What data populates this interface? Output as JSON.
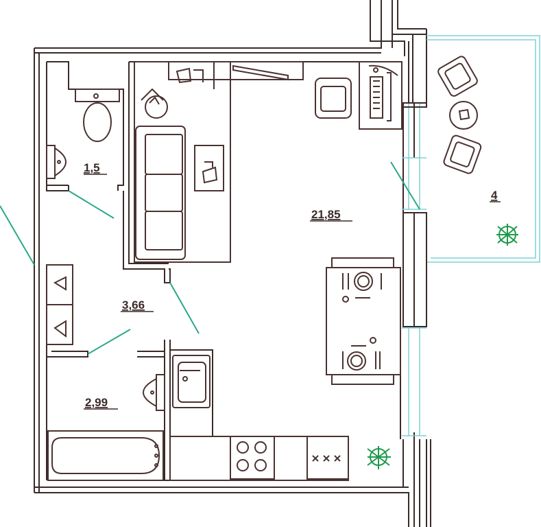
{
  "rooms": [
    {
      "id": "wc",
      "label": "1,5"
    },
    {
      "id": "hall",
      "label": "3,66"
    },
    {
      "id": "bathroom",
      "label": "2,99"
    },
    {
      "id": "studio",
      "label": "21,85"
    },
    {
      "id": "balcony",
      "label": "4"
    }
  ],
  "colors": {
    "wall": "#3a2a28",
    "furniture": "#4a3230",
    "door_swing": "#2aa88a",
    "glazing": "#7fd0d6",
    "plant": "#1e9a4a",
    "background": "#ffffff"
  },
  "icons": {
    "plants": [
      "plant-icon",
      "plant-icon"
    ],
    "stove": "stove-icon",
    "sink": "sink-icon",
    "bathtub": "bathtub-icon"
  }
}
